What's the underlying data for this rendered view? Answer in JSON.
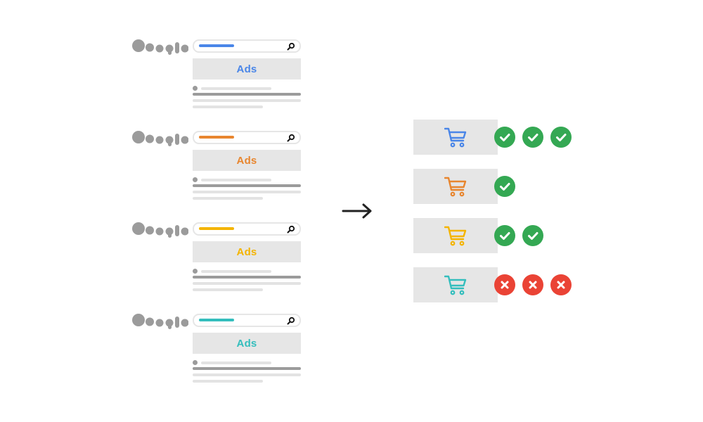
{
  "colors": {
    "blue": "#4a86e8",
    "orange": "#e8862f",
    "yellow": "#f4b400",
    "teal": "#34bebd",
    "gray": "#9b9b9b",
    "light_gray": "#e6e6e6",
    "check_green": "#34a853",
    "cross_red": "#ea4335"
  },
  "search_results": [
    {
      "ad_label": "Ads",
      "accent": "#4a86e8"
    },
    {
      "ad_label": "Ads",
      "accent": "#e8862f"
    },
    {
      "ad_label": "Ads",
      "accent": "#f4b400"
    },
    {
      "ad_label": "Ads",
      "accent": "#34bebd"
    }
  ],
  "outcomes": [
    {
      "cart_color": "#4a86e8",
      "badges": [
        "check",
        "check",
        "check"
      ]
    },
    {
      "cart_color": "#e8862f",
      "badges": [
        "check"
      ]
    },
    {
      "cart_color": "#f4b400",
      "badges": [
        "check",
        "check"
      ]
    },
    {
      "cart_color": "#34bebd",
      "badges": [
        "cross",
        "cross",
        "cross"
      ]
    }
  ],
  "icons": {
    "logo": "search-engine-logo-icon",
    "search": "magnifier-icon",
    "arrow": "right-arrow-icon",
    "cart": "shopping-cart-icon",
    "check": "check-circle-icon",
    "cross": "cross-circle-icon"
  }
}
